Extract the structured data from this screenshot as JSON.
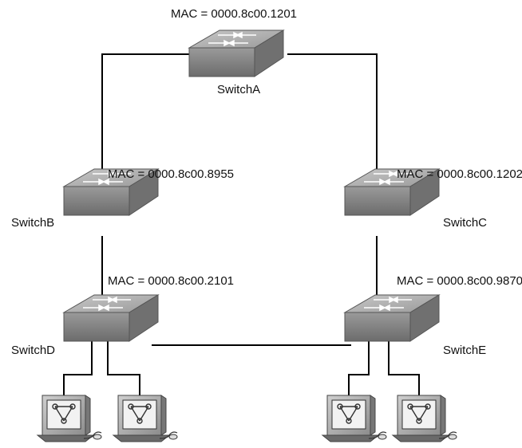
{
  "switches": [
    {
      "id": "A",
      "name": "SwitchA",
      "mac": "MAC = 0000.8c00.1201"
    },
    {
      "id": "B",
      "name": "SwitchB",
      "mac": "MAC = 0000.8c00.8955"
    },
    {
      "id": "C",
      "name": "SwitchC",
      "mac": "MAC = 0000.8c00.1202"
    },
    {
      "id": "D",
      "name": "SwitchD",
      "mac": "MAC = 0000.8c00.2101"
    },
    {
      "id": "E",
      "name": "SwitchE",
      "mac": "MAC = 0000.8c00.9870"
    }
  ],
  "links": [
    [
      "A",
      "B"
    ],
    [
      "A",
      "C"
    ],
    [
      "B",
      "D"
    ],
    [
      "C",
      "E"
    ],
    [
      "D",
      "E"
    ]
  ],
  "hosts": [
    {
      "attached_to": "D"
    },
    {
      "attached_to": "D"
    },
    {
      "attached_to": "E"
    },
    {
      "attached_to": "E"
    }
  ],
  "colors": {
    "switch_top": "#b4b4b4",
    "switch_front": "#8a8a8a",
    "switch_side": "#6e6e6e",
    "line": "#000000"
  }
}
